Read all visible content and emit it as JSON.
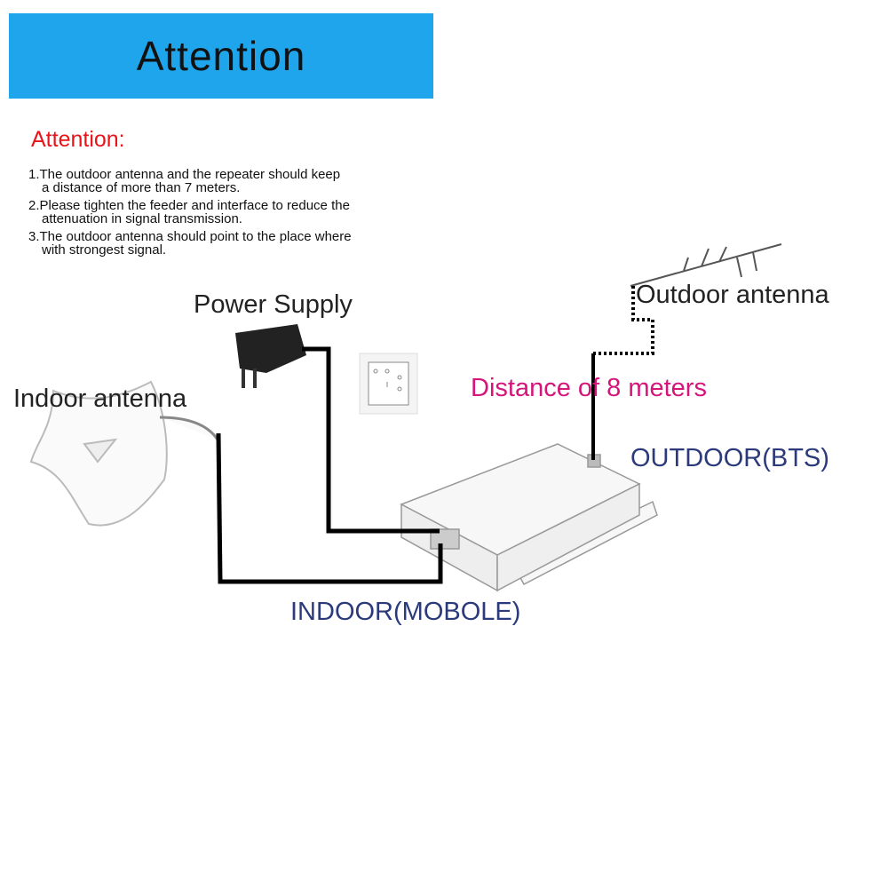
{
  "banner": {
    "title": "Attention"
  },
  "attention": {
    "heading": "Attention:",
    "notes": [
      {
        "first": "1.The outdoor antenna and the repeater should keep",
        "cont": "a distance of more than 7 meters."
      },
      {
        "first": "2.Please tighten the feeder and interface to reduce the",
        "cont": "attenuation in signal transmission."
      },
      {
        "first": "3.The outdoor antenna should point to the place where",
        "cont": "with strongest signal."
      }
    ]
  },
  "diagram": {
    "power_supply": "Power Supply",
    "indoor_antenna": "Indoor antenna",
    "outdoor_antenna": "Outdoor antenna",
    "distance": "Distance of 8 meters",
    "outdoor_port": "OUTDOOR(BTS)",
    "indoor_port": "INDOOR(MOBOLE)"
  },
  "colors": {
    "banner": "#1fa5ec",
    "heading": "#e8141a",
    "distance": "#d4157a",
    "port_label": "#2b3a7a"
  }
}
